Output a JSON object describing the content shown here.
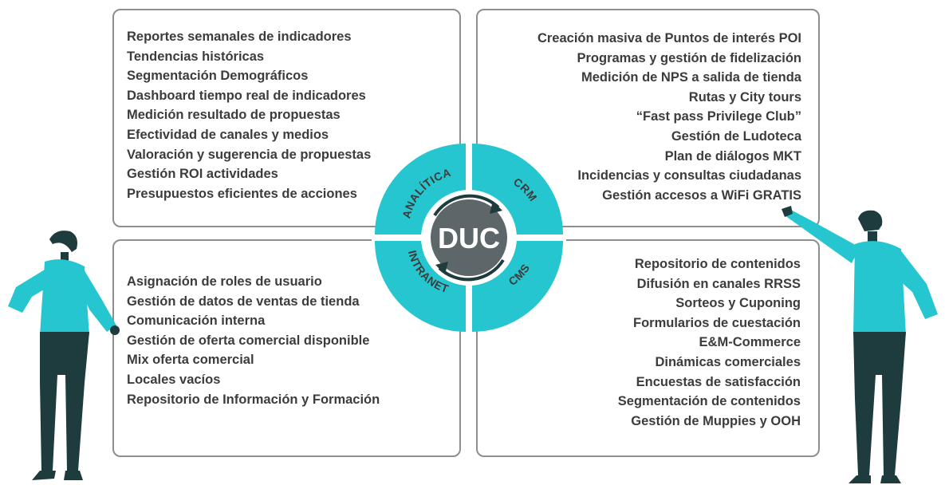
{
  "colors": {
    "accent": "#26c6d0",
    "dark": "#1e3b3d",
    "hub_center": "#5d6668",
    "text": "#3c3c3c",
    "border": "#8e8e8e"
  },
  "hub": {
    "center_label": "DUC",
    "segments": {
      "top_left": "ANALÍTICA",
      "top_right": "CRM",
      "bottom_left": "INTRANET",
      "bottom_right": "CMS"
    }
  },
  "panels": {
    "analitica": {
      "items": [
        "Reportes semanales de indicadores",
        "Tendencias históricas",
        "Segmentación Demográficos",
        "Dashboard tiempo real de indicadores",
        "Medición resultado de propuestas",
        "Efectividad de canales y medios",
        "Valoración y sugerencia de propuestas",
        "Gestión ROI actividades",
        "Presupuestos eficientes de acciones"
      ]
    },
    "crm": {
      "items": [
        "Creación masiva de Puntos de interés POI",
        "Programas y gestión de fidelización",
        "Medición de NPS a salida de tienda",
        "Rutas y City tours",
        "“Fast pass Privilege Club”",
        "Gestión de Ludoteca",
        "Plan de diálogos MKT",
        "Incidencias y consultas ciudadanas",
        "Gestión accesos a WiFi GRATIS"
      ]
    },
    "intranet": {
      "items": [
        "Asignación de roles de usuario",
        "Gestión de datos de ventas de tienda",
        "Comunicación interna",
        "Gestión de oferta comercial disponible",
        "Mix oferta comercial",
        "Locales vacíos",
        "Repositorio de Información y Formación"
      ]
    },
    "cms": {
      "items": [
        "Repositorio de contenidos",
        "Difusión en canales RRSS",
        "Sorteos y Cuponing",
        "Formularios de cuestación",
        "E&M-Commerce",
        "Dinámicas comerciales",
        "Encuestas de satisfacción",
        "Segmentación de contenidos",
        "Gestión de Muppies y OOH"
      ]
    }
  }
}
